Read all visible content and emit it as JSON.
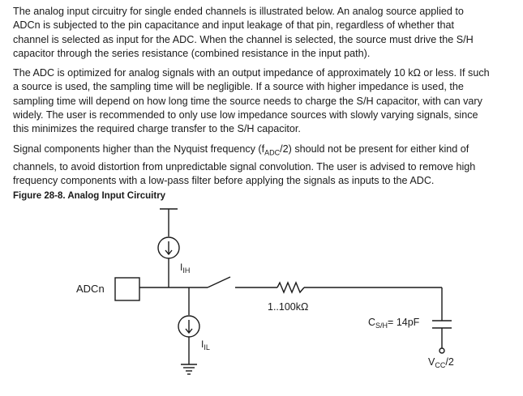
{
  "paragraphs": {
    "p1_line1": "The analog input circuitry for single ended channels is illustrated below. An analog source applied to",
    "p1_line2": "ADCn is subjected to the pin capacitance and input leakage of that pin, regardless of whether that",
    "p1_line3": "channel is selected as input for the ADC. When the channel is selected, the source must drive the S/H",
    "p1_line4": "capacitor through the series resistance (combined resistance in the input path).",
    "p2_line1": "The ADC is optimized for analog signals with an output impedance of approximately 10 kΩ or less. If such",
    "p2_line2": "a source is used, the sampling time will be negligible. If a source with higher impedance is used, the",
    "p2_line3": "sampling time will depend on how long time the source needs to charge the S/H capacitor, with can vary",
    "p2_line4": "widely. The user is recommended to only use low impedance sources with slowly varying signals, since",
    "p2_line5": "this minimizes the required charge transfer to the S/H capacitor.",
    "p3_line1_before": "Signal components higher than the Nyquist frequency (f",
    "p3_line1_sub": "ADC",
    "p3_line1_after": "/2) should not be present for either kind of",
    "p3_line2": "channels, to avoid distortion from unpredictable signal convolution. The user is advised to remove high",
    "p3_line3": "frequency components with a low-pass filter before applying the signals as inputs to the ADC."
  },
  "figure": {
    "caption": "Figure 28-8. Analog Input Circuitry",
    "labels": {
      "pin": "ADCn",
      "iih_main": "I",
      "iih_sub": "IH",
      "iil_main": "I",
      "iil_sub": "IL",
      "resistance": "1..100kΩ",
      "cap_main": "C",
      "cap_sub": "S/H",
      "cap_value": "= 14pF",
      "vref_main": "V",
      "vref_sub": "CC",
      "vref_after": "/2"
    }
  }
}
